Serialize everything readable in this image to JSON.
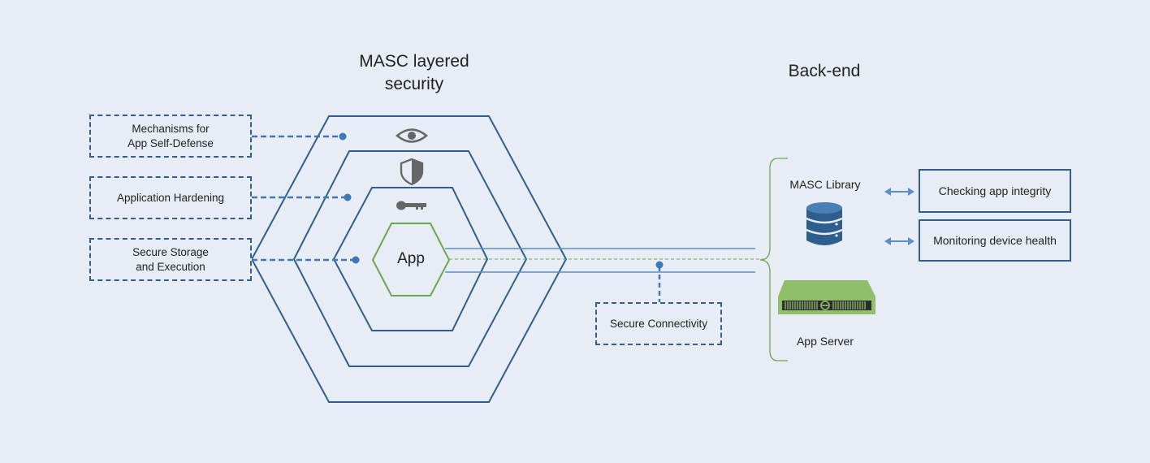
{
  "diagram": {
    "layers_title": "MASC layered\nsecurity",
    "backend_title": "Back-end",
    "app_label": "App",
    "left_boxes": [
      {
        "label": "Mechanisms for\nApp Self-Defense"
      },
      {
        "label": "Application Hardening"
      },
      {
        "label": "Secure Storage\nand Execution"
      }
    ],
    "connectivity_label": "Secure Connectivity",
    "library_label": "MASC Library",
    "server_label": "App Server",
    "right_boxes": [
      {
        "label": "Checking app integrity"
      },
      {
        "label": "Monitoring device health"
      }
    ],
    "layer_icons": [
      "eye-icon",
      "shield-icon",
      "key-icon"
    ],
    "colors": {
      "background": "#e8ecf4",
      "hexagon_stroke": "#2f5f91",
      "app_hexagon": "#6aa84f",
      "connection_line": "#5b8fc7",
      "icon_gray": "#666666",
      "server_green": "#8fbf6a",
      "database_blue": "#2e5e8e"
    }
  }
}
